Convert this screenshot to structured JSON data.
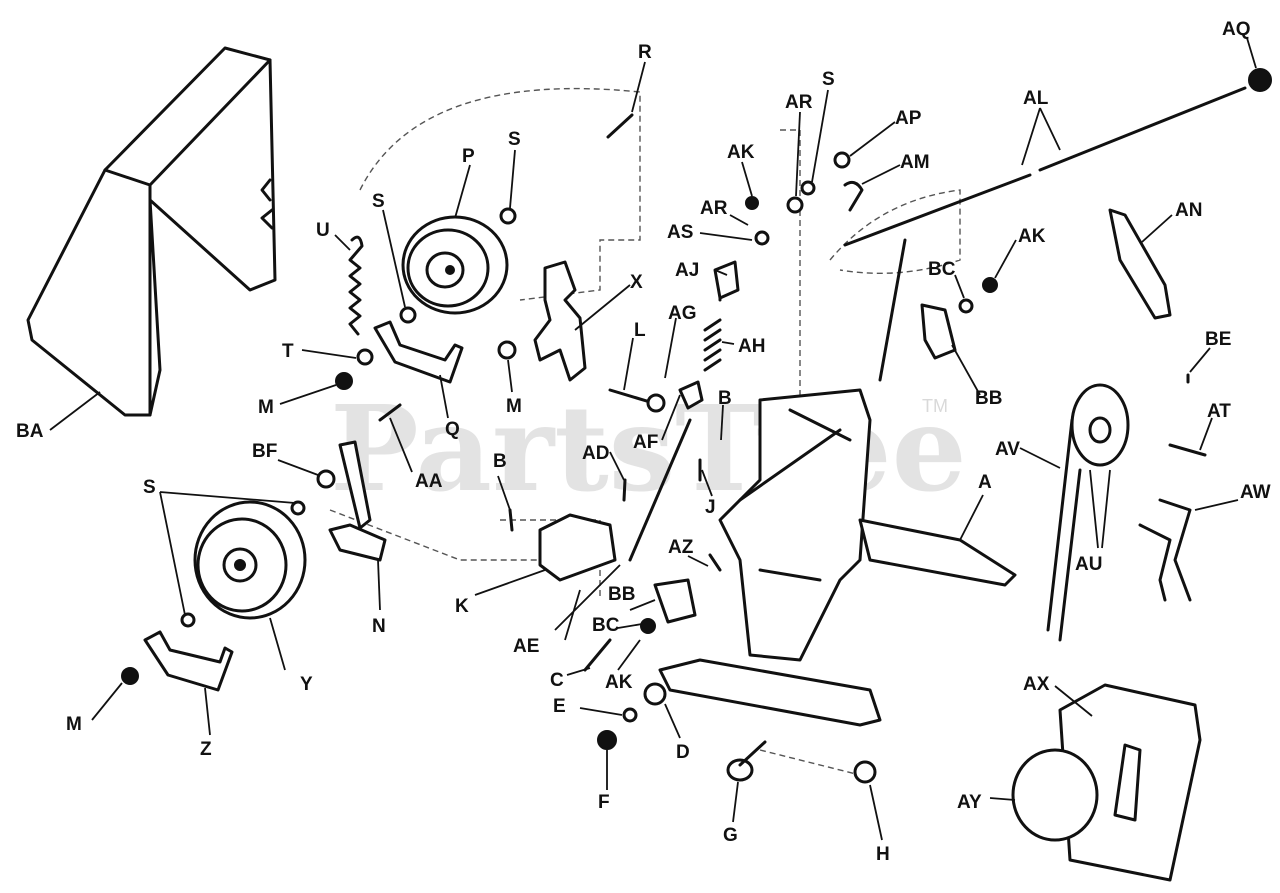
{
  "watermark": {
    "text": "PartsTree",
    "tm": "TM"
  },
  "labels": {
    "R": "R",
    "AQ": "AQ",
    "S1": "S",
    "AR1": "AR",
    "AL": "AL",
    "AP": "AP",
    "AK1": "AK",
    "AM": "AM",
    "P": "P",
    "S2": "S",
    "AR2": "AR",
    "AS": "AS",
    "AN": "AN",
    "AK2": "AK",
    "U": "U",
    "S3": "S",
    "AJ": "AJ",
    "X": "X",
    "AG": "AG",
    "BC1": "BC",
    "L": "L",
    "AH": "AH",
    "T": "T",
    "M1": "M",
    "M2": "M",
    "BB1": "BB",
    "BE": "BE",
    "B1": "B",
    "Q": "Q",
    "AF": "AF",
    "AT": "AT",
    "BA": "BA",
    "AV": "AV",
    "BF": "BF",
    "AD": "AD",
    "AA": "AA",
    "B2": "B",
    "J": "J",
    "A": "A",
    "S4": "S",
    "AW": "AW",
    "AU": "AU",
    "AZ": "AZ",
    "K": "K",
    "N": "N",
    "BB2": "BB",
    "AE": "AE",
    "BC2": "BC",
    "Y": "Y",
    "C": "C",
    "AK3": "AK",
    "AX": "AX",
    "M3": "M",
    "E": "E",
    "D": "D",
    "Z": "Z",
    "AY": "AY",
    "F": "F",
    "G": "G",
    "H": "H"
  }
}
